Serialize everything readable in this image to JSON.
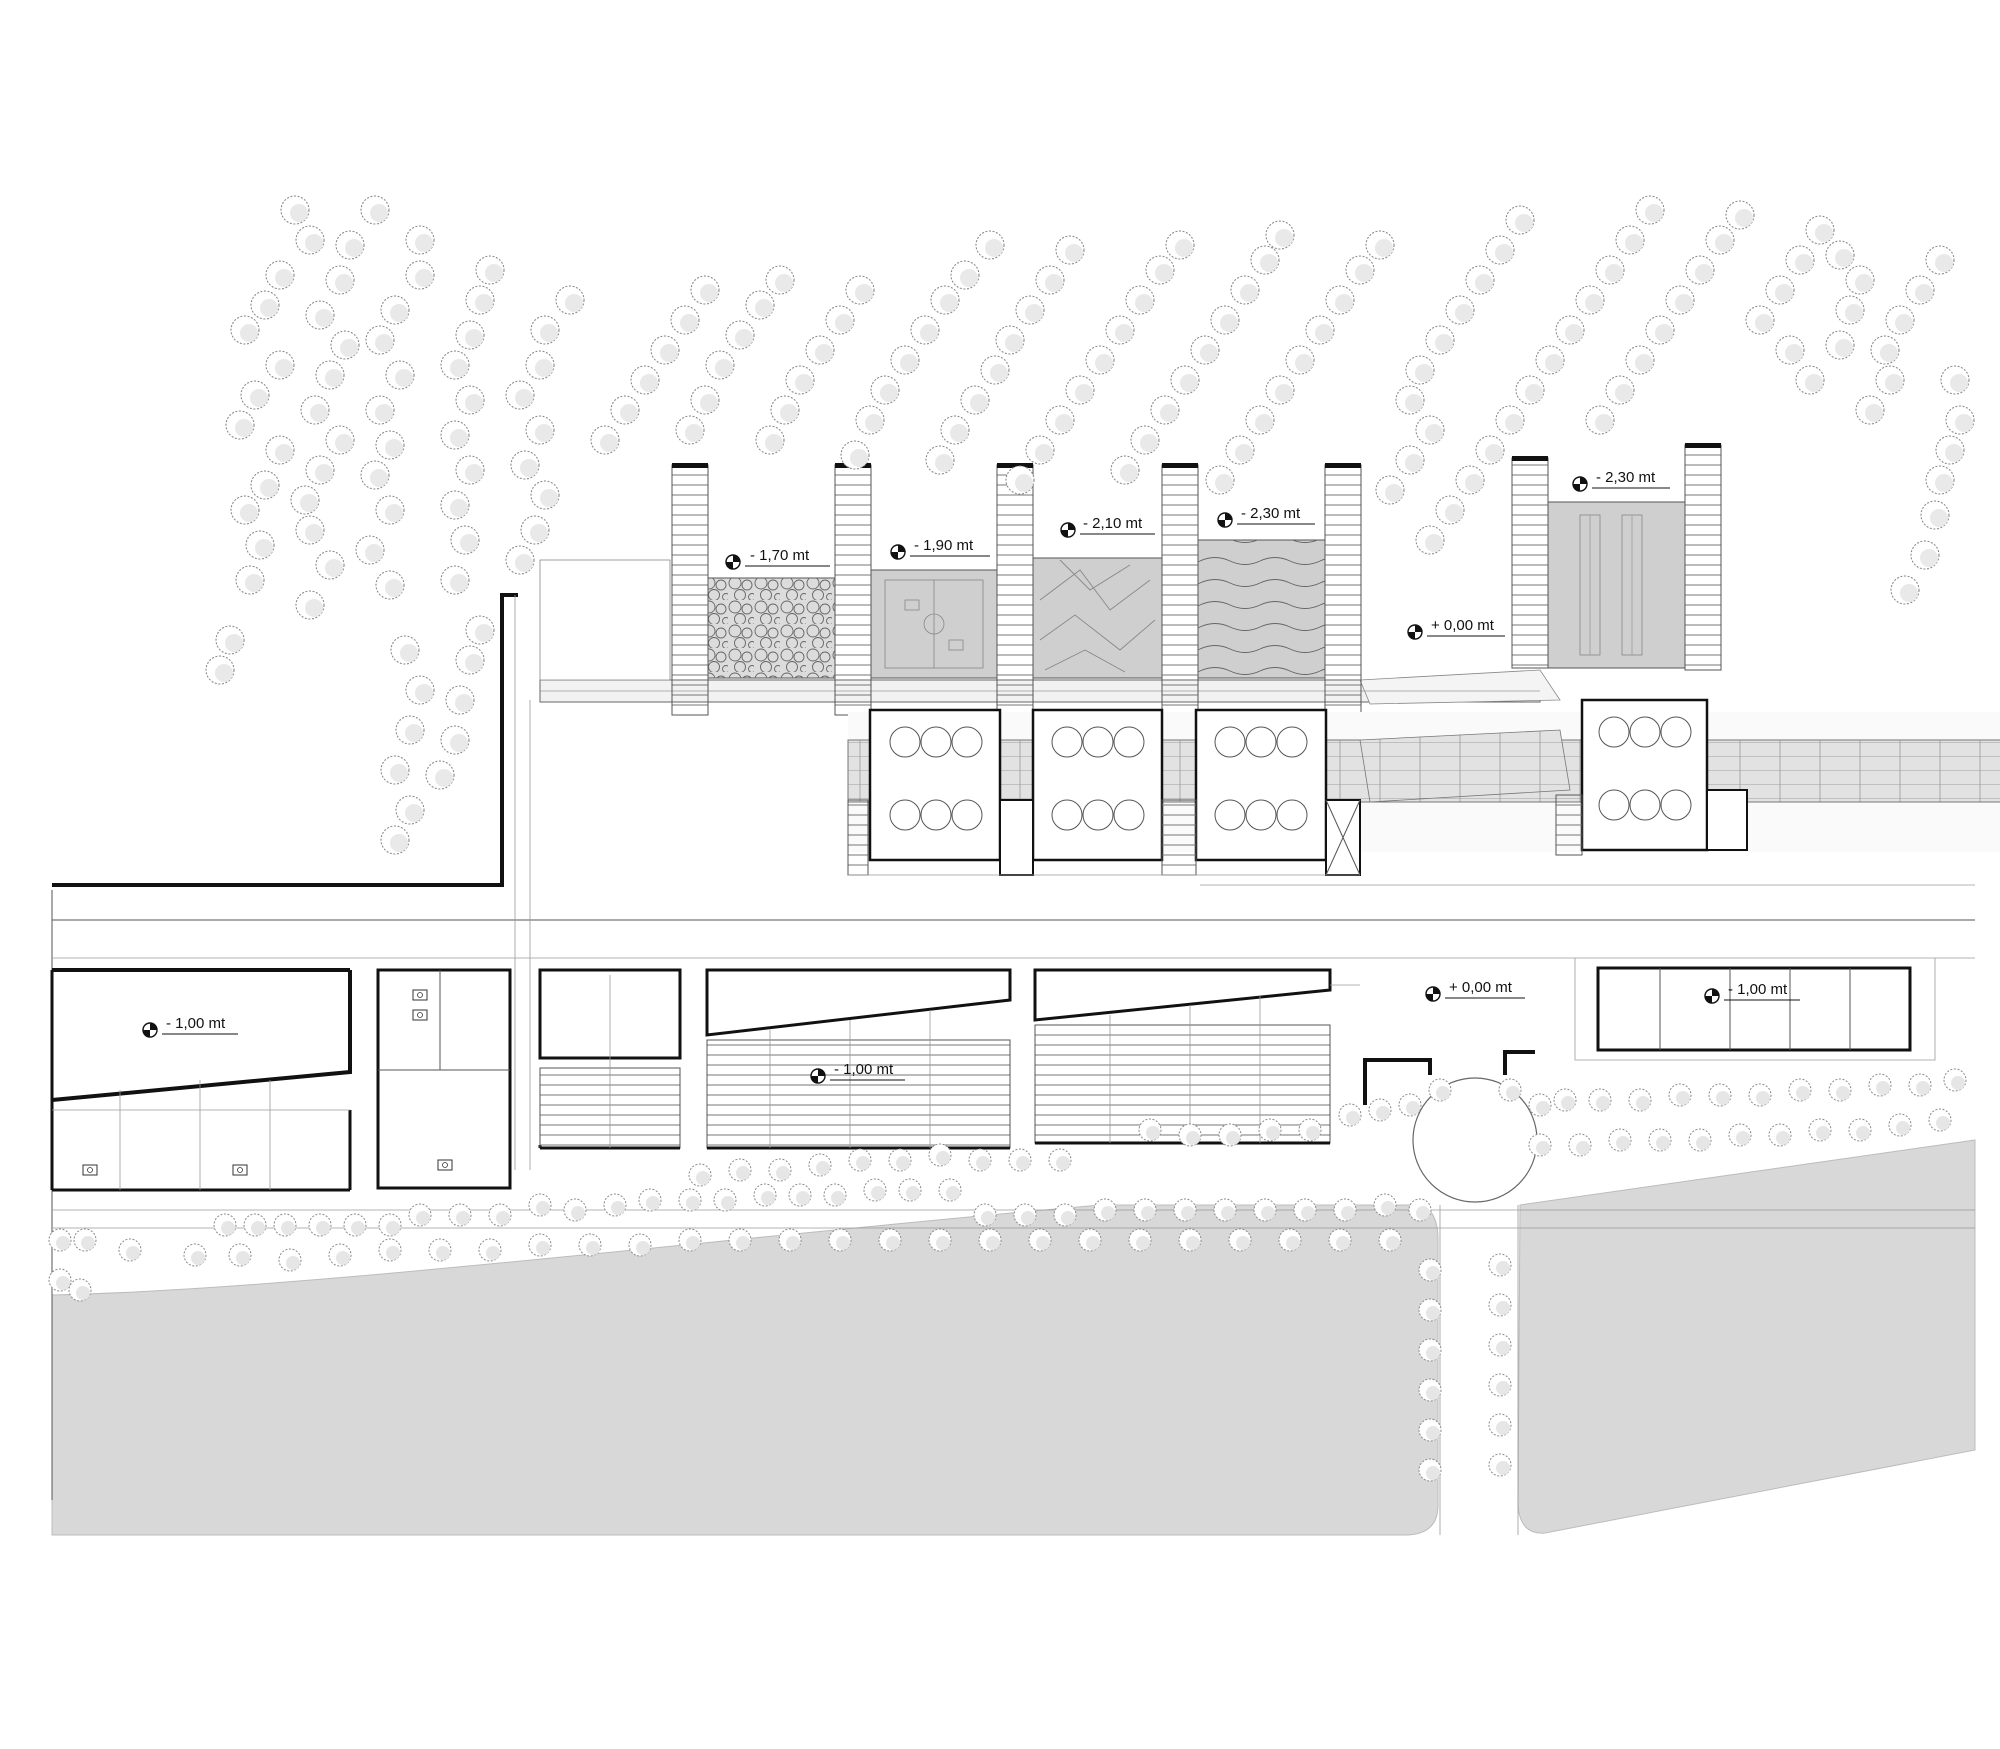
{
  "levels": {
    "court_1": "- 1,70 mt",
    "court_2": "- 1,90 mt",
    "court_3": "- 2,10 mt",
    "court_4": "- 2,30 mt",
    "court_5": "- 2,30 mt",
    "plaza_upper": "+ 0,00 mt",
    "plaza_lower": "+ 0,00 mt",
    "shops_left": "- 1,00 mt",
    "shops_center": "- 1,00 mt",
    "shops_right": "- 1,00 mt"
  },
  "colors": {
    "background": "#ffffff",
    "ink": "#111111",
    "field_fill": "#cfcfcf",
    "garden_fill": "#e6e6e6",
    "lawn_fill": "#d7d7d7"
  }
}
